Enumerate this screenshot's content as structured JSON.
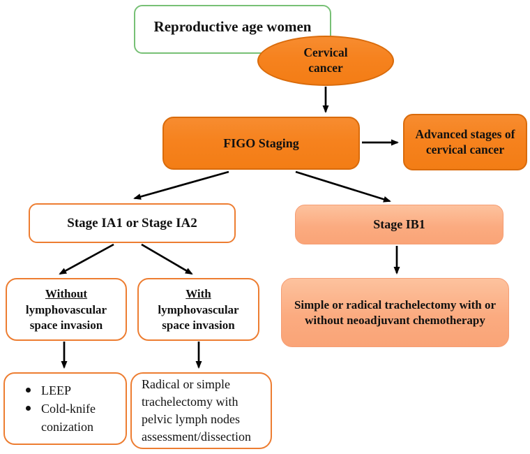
{
  "title": "Cervical cancer management flowchart for reproductive age women",
  "colors": {
    "orange_fill": "#f6821e",
    "orange_border": "#d96b0b",
    "salmon_fill": "#fbab80",
    "outline_orange": "#ed7d31",
    "outline_green": "#77c075",
    "arrow": "#000000",
    "text": "#111111"
  },
  "nodes": {
    "reproductive": {
      "label": "Reproductive age women"
    },
    "cervical": {
      "label": "Cervical cancer"
    },
    "figo": {
      "label": "FIGO Staging"
    },
    "advanced": {
      "label": "Advanced stages of cervical cancer"
    },
    "stage_ia": {
      "label": "Stage IA1 or Stage IA2"
    },
    "stage_ib1": {
      "label": "Stage IB1"
    },
    "without_lvsi": {
      "emphasis": "Without",
      "rest": "lymphovascular space invasion"
    },
    "with_lvsi": {
      "emphasis": "With",
      "rest": "lymphovascular space invasion"
    },
    "simple_radical": {
      "label": "Simple or radical trachelectomy with or without neoadjuvant chemotherapy"
    },
    "leep": {
      "items": [
        "LEEP",
        "Cold-knife conization"
      ]
    },
    "radical_simple": {
      "label": "Radical or simple trachelectomy with pelvic lymph nodes assessment/dissection"
    }
  },
  "edges": [
    "cervical-to-figo",
    "figo-to-advanced",
    "figo-to-stage-ia",
    "figo-to-stage-ib1",
    "stage-ia-to-without",
    "stage-ia-to-with",
    "stage-ib1-to-simple-radical",
    "without-to-leep",
    "with-to-radical-simple"
  ]
}
